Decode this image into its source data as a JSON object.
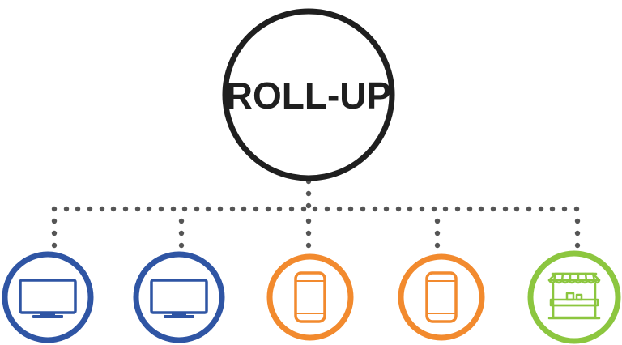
{
  "root": {
    "label": "ROLL-UP"
  },
  "colors": {
    "root_stroke": "#1f1f1f",
    "root_text": "#1f1f1f",
    "connector": "#555555",
    "desktop": "#2f55a4",
    "mobile": "#f28a2e",
    "store": "#8cc63f"
  },
  "nodes": [
    {
      "icon": "desktop-monitor-icon",
      "color_key": "desktop"
    },
    {
      "icon": "desktop-monitor-icon",
      "color_key": "desktop"
    },
    {
      "icon": "mobile-phone-icon",
      "color_key": "mobile"
    },
    {
      "icon": "mobile-phone-icon",
      "color_key": "mobile"
    },
    {
      "icon": "storefront-icon",
      "color_key": "store"
    }
  ]
}
